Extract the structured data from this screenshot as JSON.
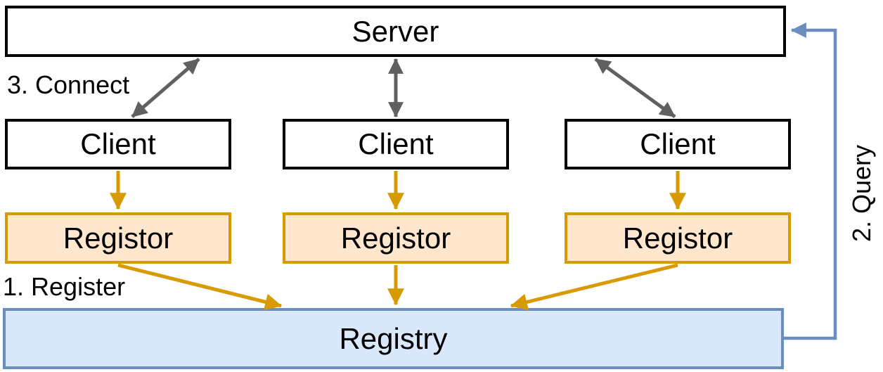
{
  "nodes": {
    "server": {
      "label": "Server"
    },
    "clients": [
      {
        "label": "Client"
      },
      {
        "label": "Client"
      },
      {
        "label": "Client"
      }
    ],
    "registors": [
      {
        "label": "Registor"
      },
      {
        "label": "Registor"
      },
      {
        "label": "Registor"
      }
    ],
    "registry": {
      "label": "Registry"
    }
  },
  "annotations": {
    "connect": "3. Connect",
    "register": "1. Register",
    "query": "2. Query"
  },
  "colors": {
    "plain_box_border": "#000000",
    "plain_box_fill": "#FFFFFF",
    "registor_fill": "#FFE6CC",
    "registor_border": "#D79B00",
    "registry_fill": "#DAE8FC",
    "registry_border": "#6C8EBF",
    "connect_arrows": "#606060",
    "register_arrows": "#D79B00",
    "query_arrow": "#6C8EBF",
    "text": "#000000"
  }
}
